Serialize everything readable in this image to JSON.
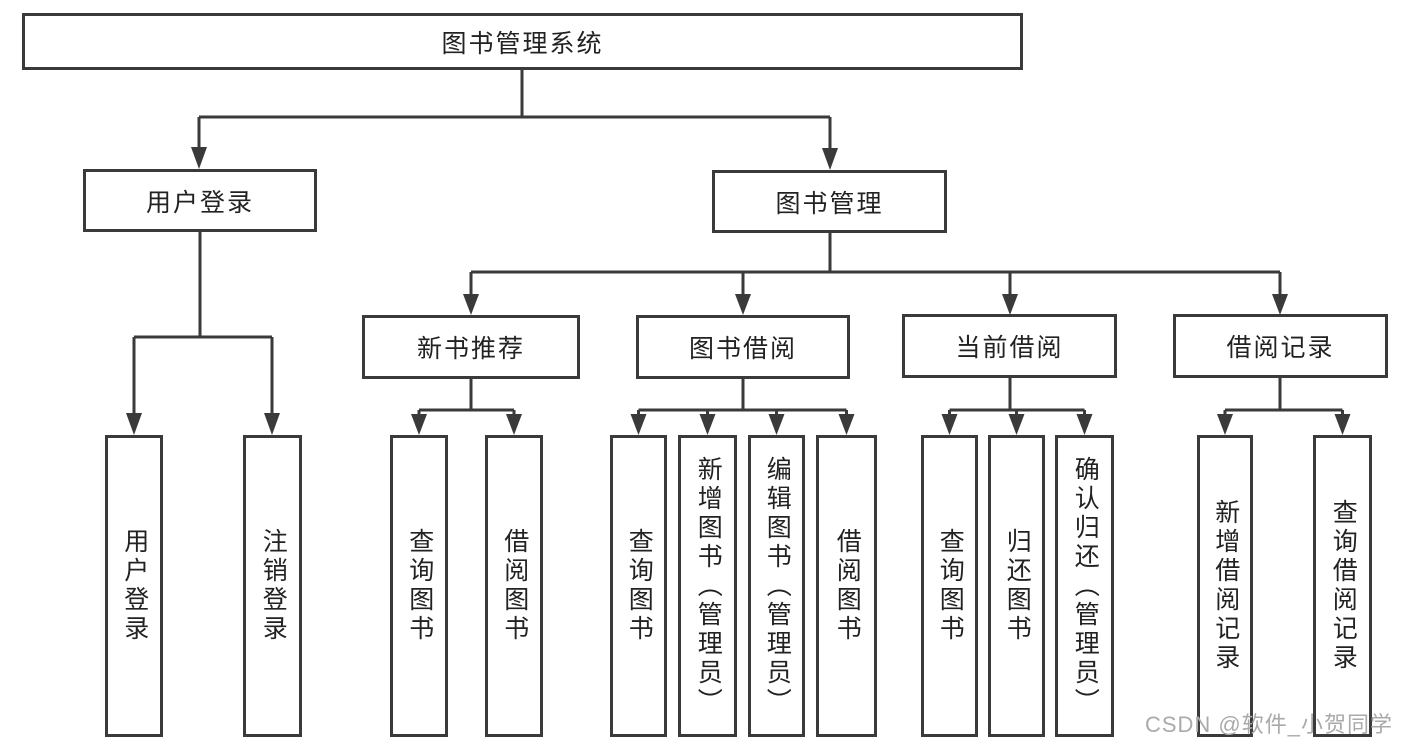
{
  "diagram": {
    "root_label": "图书管理系统",
    "level2": {
      "user_login": {
        "label": "用户登录"
      },
      "book_mgmt": {
        "label": "图书管理"
      }
    },
    "level3": {
      "new_books": {
        "label": "新书推荐"
      },
      "borrowing": {
        "label": "图书借阅"
      },
      "current": {
        "label": "当前借阅"
      },
      "records": {
        "label": "借阅记录"
      }
    },
    "leaves": {
      "user_login_children": [
        {
          "label": "用户登录"
        },
        {
          "label": "注销登录"
        }
      ],
      "new_books_children": [
        {
          "label": "查询图书"
        },
        {
          "label": "借阅图书"
        }
      ],
      "borrowing_children": [
        {
          "label": "查询图书"
        },
        {
          "label": "新增图书（管理员）"
        },
        {
          "label": "编辑图书（管理员）"
        },
        {
          "label": "借阅图书"
        }
      ],
      "current_children": [
        {
          "label": "查询图书"
        },
        {
          "label": "归还图书"
        },
        {
          "label": "确认归还（管理员）"
        }
      ],
      "records_children": [
        {
          "label": "新增借阅记录"
        },
        {
          "label": "查询借阅记录"
        }
      ]
    },
    "watermark": "CSDN @软件_小贺同学",
    "colors": {
      "line": "#3a3a3a",
      "text": "#222222",
      "watermark": "#aaaaaa",
      "background": "#ffffff"
    }
  }
}
